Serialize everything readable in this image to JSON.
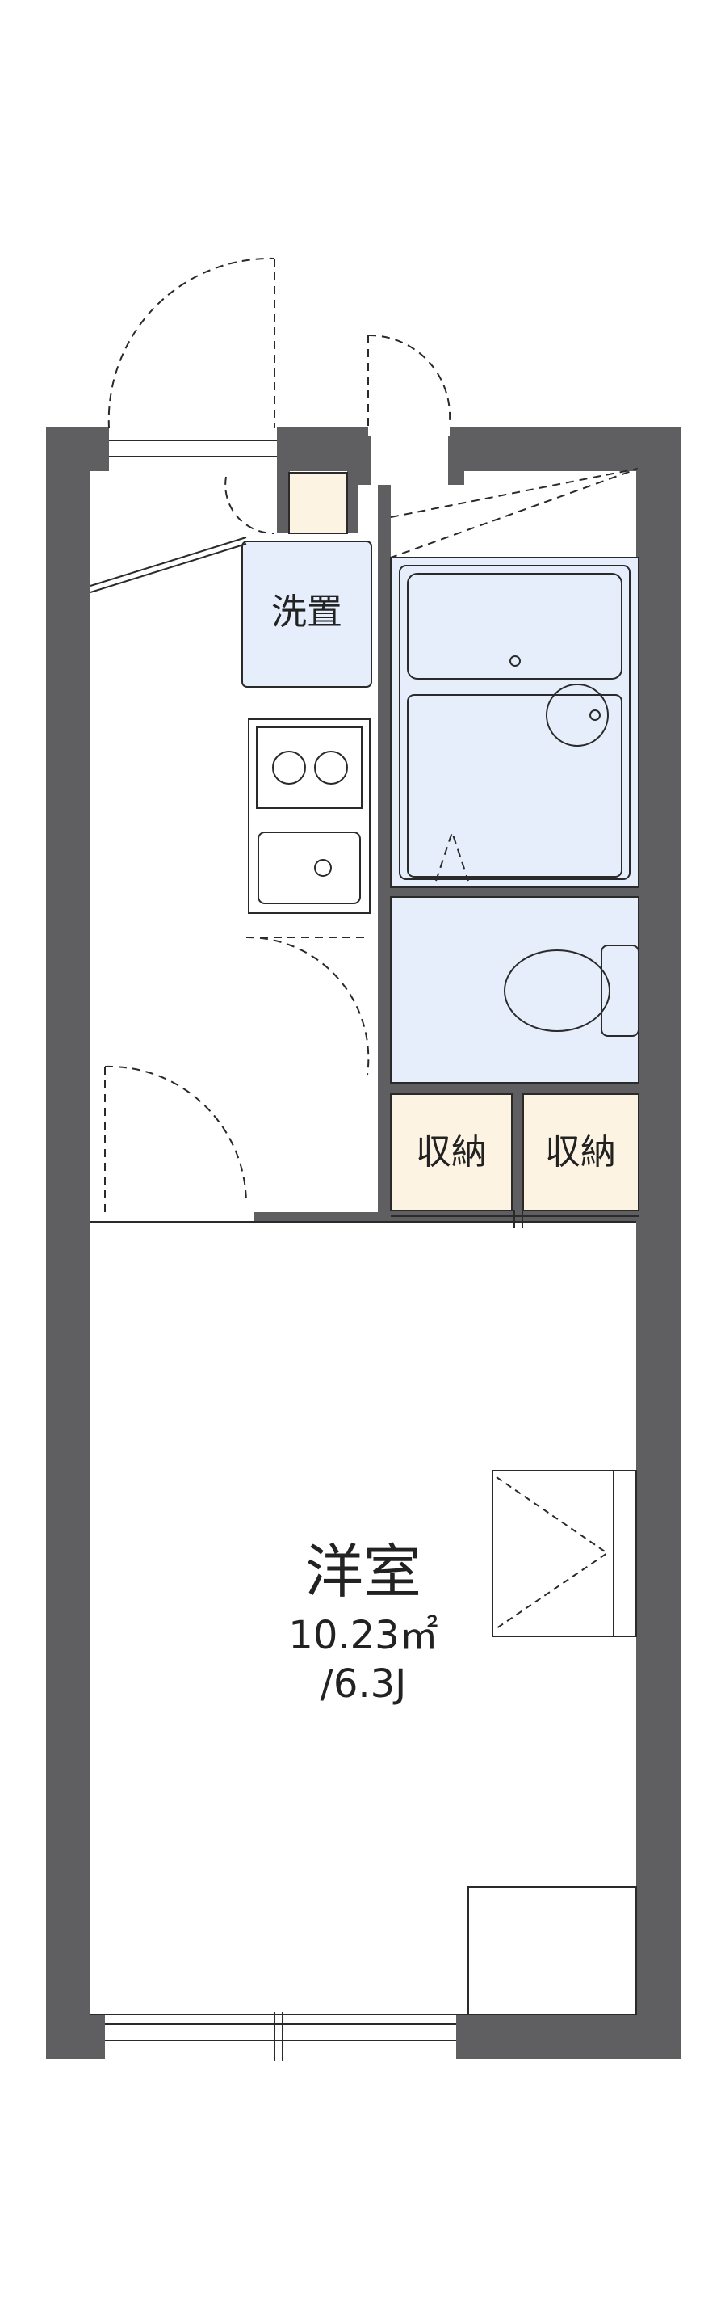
{
  "colors": {
    "wall": "#5f5f61",
    "wet_area": "#e6eefc",
    "storage": "#fcf3e2",
    "line": "#2a2a2a",
    "background": "#ffffff"
  },
  "rooms": {
    "washer": {
      "label": "洗置"
    },
    "storage_left": {
      "label": "収納"
    },
    "storage_right": {
      "label": "収納"
    },
    "western_room": {
      "name": "洋室",
      "area": "10.23㎡",
      "size": "/6.3J"
    }
  }
}
